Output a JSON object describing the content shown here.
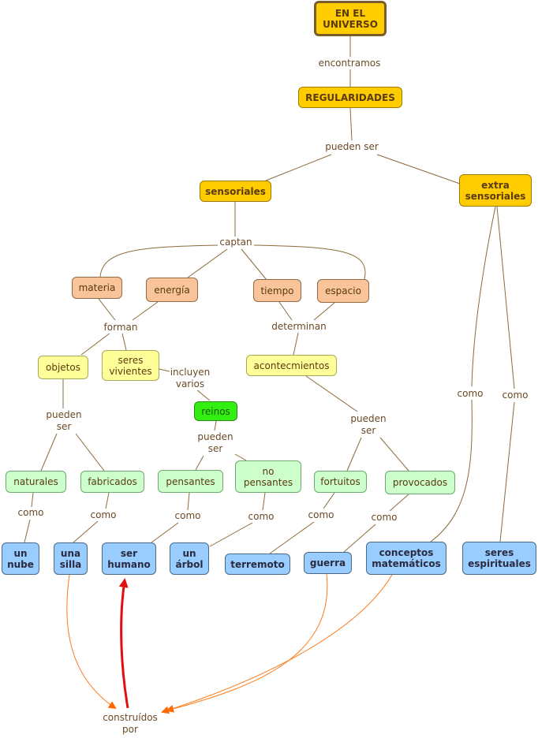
{
  "nodes": {
    "root": "EN EL\nUNIVERSO",
    "regularidades": "REGULARIDADES",
    "sensoriales": "sensoriales",
    "extra": "extra\nsensoriales",
    "materia": "materia",
    "energia": "energía",
    "tiempo": "tiempo",
    "espacio": "espacio",
    "objetos": "objetos",
    "seres_vivientes": "seres\nvivientes",
    "acontecimientos": "acontecmientos",
    "reinos": "reinos",
    "naturales": "naturales",
    "fabricados": "fabricados",
    "pensantes": "pensantes",
    "no_pensantes": "no\npensantes",
    "fortuitos": "fortuitos",
    "provocados": "provocados",
    "un_nube": "un\nnube",
    "una_silla": "una\nsilla",
    "ser_humano": "ser\nhumano",
    "un_arbol": "un\nárbol",
    "terremoto": "terremoto",
    "guerra": "guerra",
    "conceptos": "conceptos\nmatemáticos",
    "seres_espirituales": "seres\nespirituales"
  },
  "links": {
    "encontramos": "encontramos",
    "pueden_ser_1": "pueden ser",
    "captan": "captan",
    "forman": "forman",
    "determinan": "determinan",
    "incluyen_varios": "incluyen\nvarios",
    "pueden_ser_2": "pueden\nser",
    "pueden_ser_3": "pueden\nser",
    "pueden_ser_4": "pueden\nser",
    "como_1": "como",
    "como_2": "como",
    "como_3": "como",
    "como_4": "como",
    "como_5": "como",
    "como_6": "como",
    "como_7": "como",
    "como_8": "como",
    "construidos_por": "construídos\npor"
  },
  "colors": {
    "line": "#8b6b3a",
    "orange_arrow": "#ff7a1a",
    "red_arrow": "#e01010"
  }
}
